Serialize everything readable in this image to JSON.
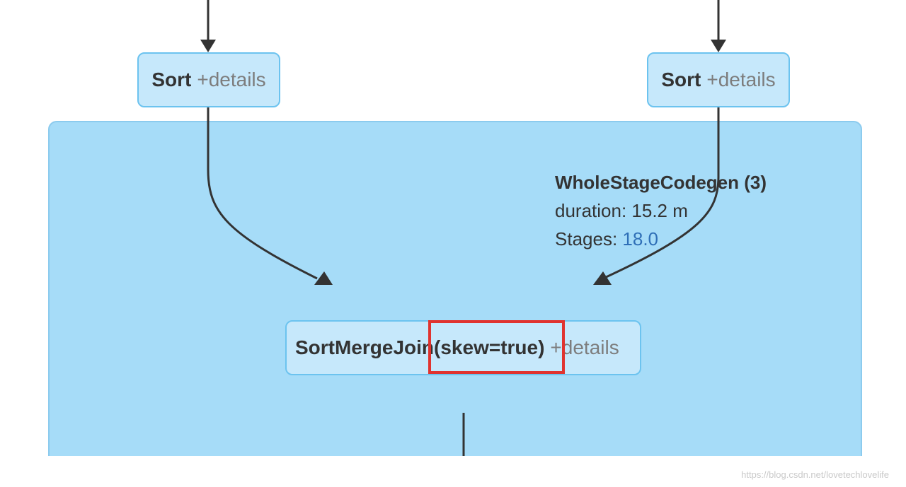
{
  "nodes": {
    "sort_left": {
      "name": "Sort",
      "details": "+details"
    },
    "sort_right": {
      "name": "Sort",
      "details": "+details"
    },
    "sort_merge_join": {
      "name": "SortMergeJoin(skew=true)",
      "details": "+details"
    }
  },
  "cluster": {
    "title": "WholeStageCodegen (3)",
    "duration": "duration: 15.2 m",
    "stages_label": "Stages: ",
    "stages_value": "18.0"
  },
  "watermark": "https://blog.csdn.net/lovetechlovelife",
  "colors": {
    "cluster_fill": "#a6dcf8",
    "node_fill": "#c6e8fb",
    "node_border": "#6cc3ef",
    "highlight": "#e0332f",
    "link": "#2f6fb7"
  }
}
